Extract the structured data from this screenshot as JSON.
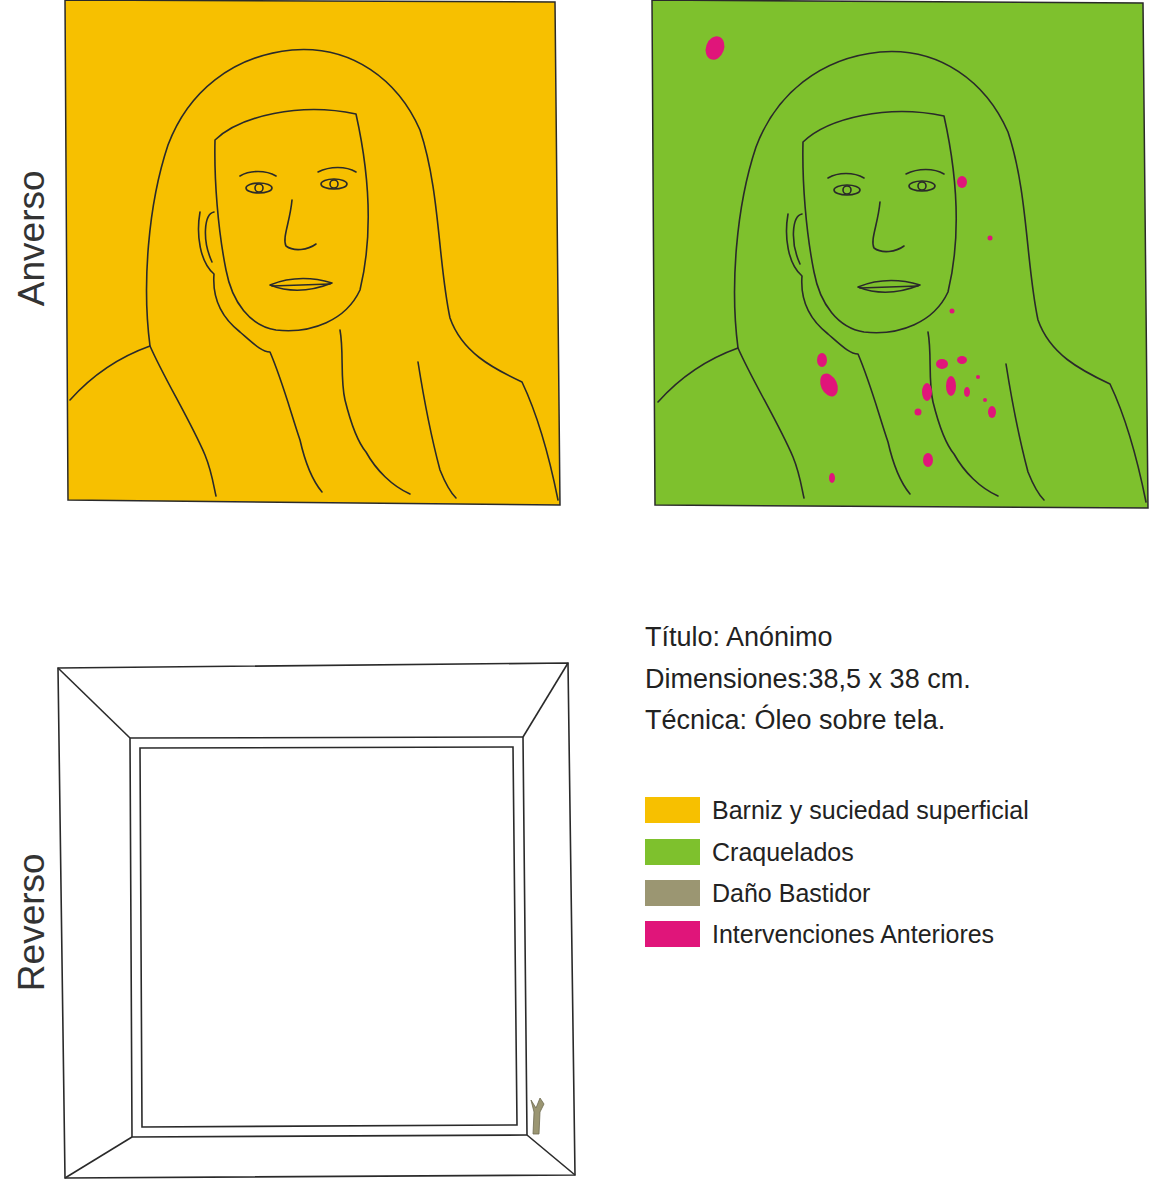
{
  "diagram": {
    "labels": [
      "Anverso",
      "Reverso",
      "Título: Anónimo",
      "Dimensiones:38,5 x 38 cm.",
      "Técnica: Óleo sobre tela."
    ],
    "legend": [
      {
        "text": "Barniz y suciedad superficial",
        "color": "#f7c000"
      },
      {
        "text": "Craquelados",
        "color": "#7ec12d"
      },
      {
        "text": "Daño Bastidor",
        "color": "#9b9672"
      },
      {
        "text": "Intervenciones Anteriores",
        "color": "#e0157a"
      }
    ]
  }
}
